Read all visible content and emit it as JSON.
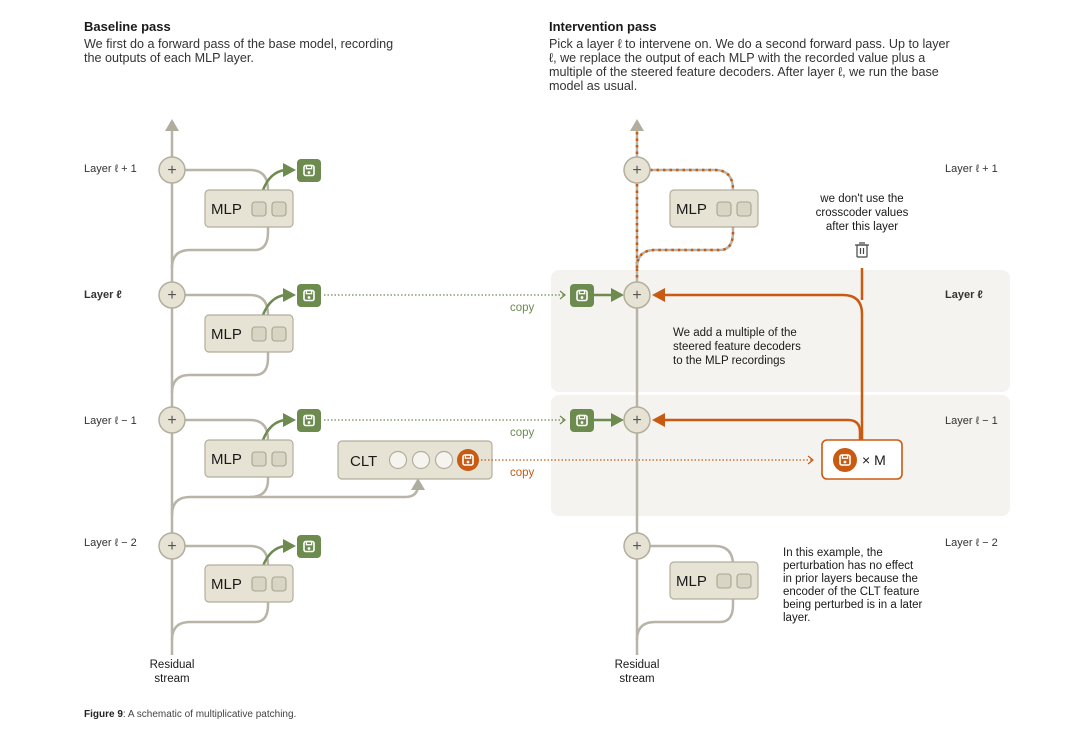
{
  "colors": {
    "stream": "#b8b5a8",
    "node_fill": "#e6e2d4",
    "node_stroke": "#b3ae9c",
    "save_green": "#6d8a4f",
    "orange": "#c85a12",
    "panel": "#f4f3ef"
  },
  "baseline": {
    "title": "Baseline pass",
    "description": "We first do a forward pass of the base model, recording the outputs of each MLP layer."
  },
  "intervention": {
    "title": "Intervention pass",
    "description": "Pick a layer ℓ to intervene on. We do a second forward pass. Up to layer ℓ, we replace the output of each MLP with the recorded value plus a multiple of the steered feature decoders. After layer ℓ, we run the base model as usual."
  },
  "layers": [
    "Layer ℓ + 1",
    "Layer ℓ",
    "Layer ℓ − 1",
    "Layer ℓ − 2"
  ],
  "node_labels": {
    "mlp": "MLP",
    "clt": "CLT",
    "plus": "+",
    "times_m": "× M",
    "copy": "copy"
  },
  "stream_label": [
    "Residual",
    "stream"
  ],
  "notes": {
    "discard": [
      "we don't use the",
      "crosscoder values",
      "after this layer"
    ],
    "add_multiple": [
      "We add a multiple of the",
      "steered feature decoders",
      "to the MLP recordings"
    ],
    "no_effect": [
      "In this example, the",
      "perturbation has no effect",
      "in prior layers because the",
      "encoder of the CLT feature",
      "being perturbed is in a later",
      "layer."
    ]
  },
  "icons": {
    "save": "save-icon",
    "trash": "trash-icon",
    "arrow": "arrow-icon"
  },
  "caption": {
    "label": "Figure 9",
    "text": ": A schematic of multiplicative patching."
  }
}
